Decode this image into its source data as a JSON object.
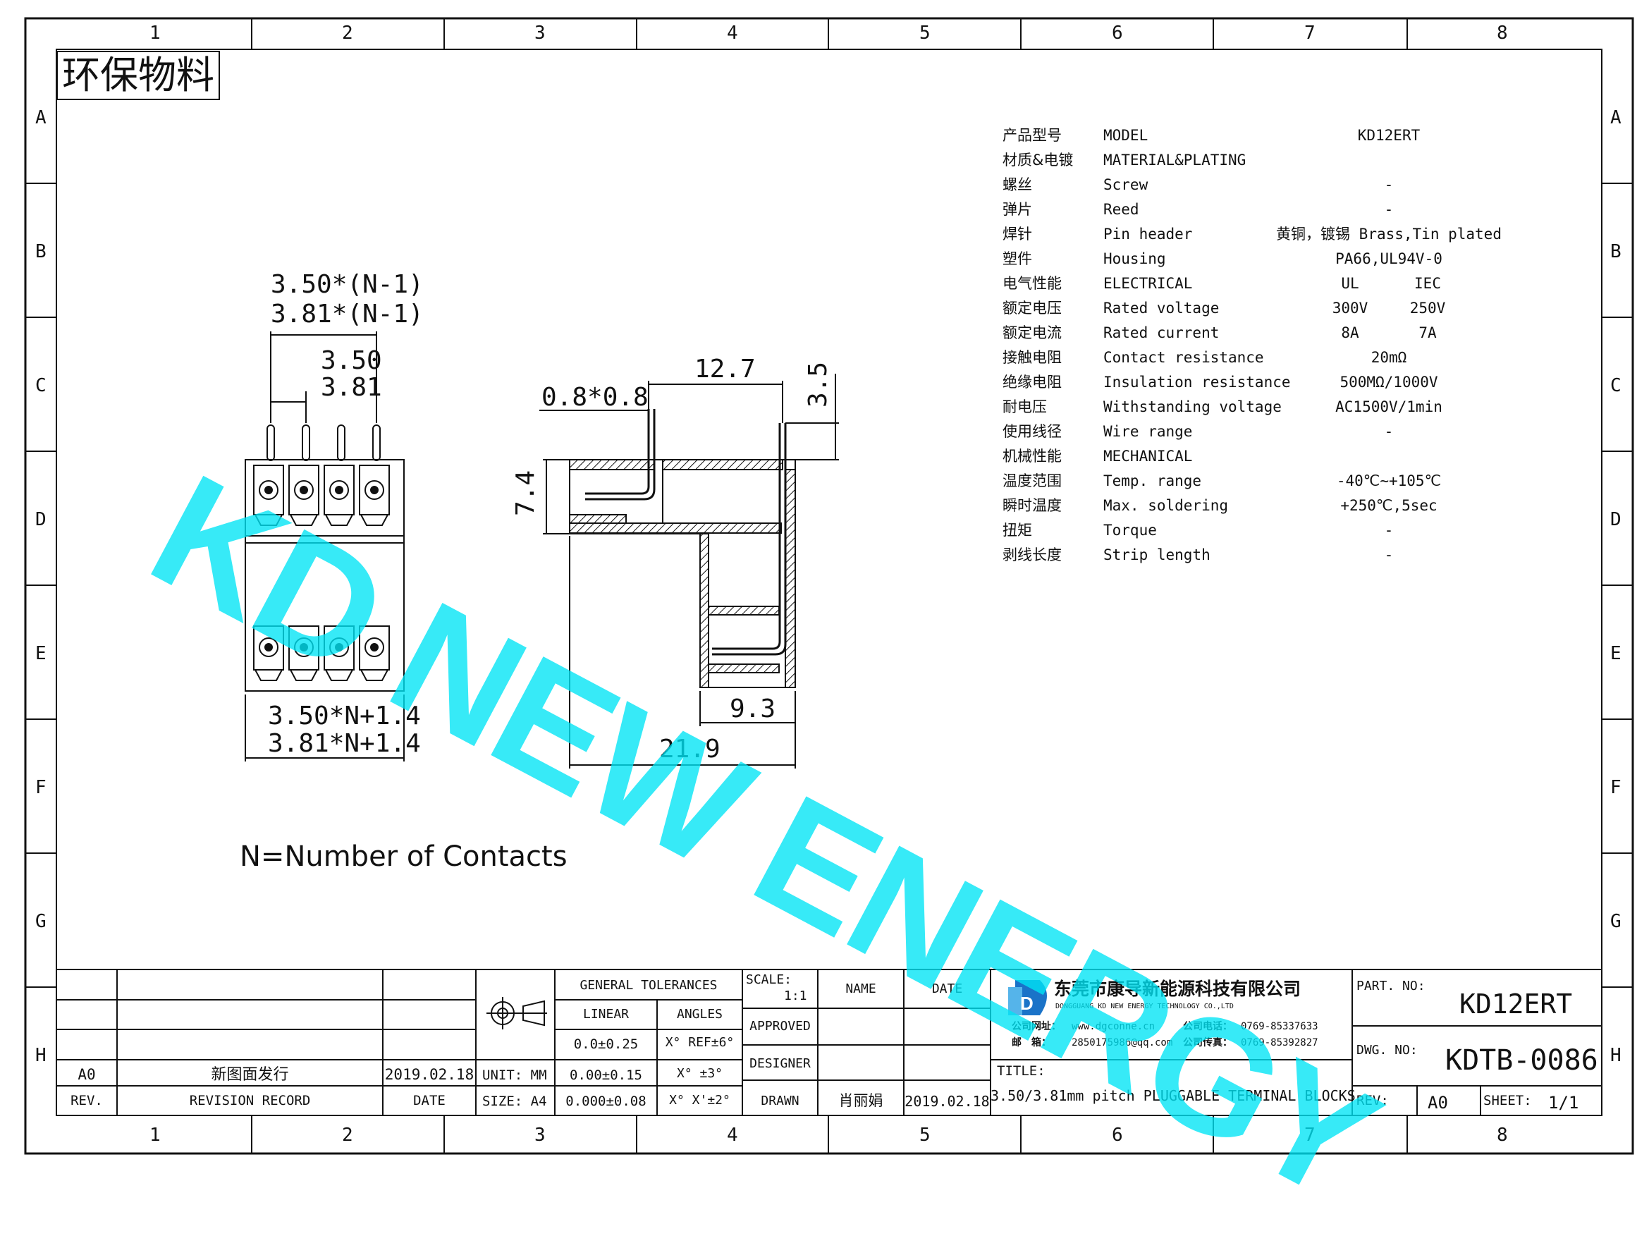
{
  "frame": {
    "col_labels": [
      "1",
      "2",
      "3",
      "4",
      "5",
      "6",
      "7",
      "8"
    ],
    "row_labels": [
      "A",
      "B",
      "C",
      "D",
      "E",
      "F",
      "G",
      "H"
    ]
  },
  "badge": "环保物料",
  "watermark": "KD NEW ENERGY",
  "dims": {
    "pitch_total_a": "3.50*(N-1)",
    "pitch_total_b": "3.81*(N-1)",
    "pitch_a": "3.50",
    "pitch_b": "3.81",
    "pin": "0.8*0.8",
    "w127": "12.7",
    "h35": "3.5",
    "h74": "7.4",
    "w93": "9.3",
    "w219": "21.9",
    "width_a": "3.50*N+1.4",
    "width_b": "3.81*N+1.4"
  },
  "note": "N=Number of Contacts",
  "specs": [
    {
      "cn": "产品型号",
      "en": "MODEL",
      "v1": "KD12ERT",
      "v2": ""
    },
    {
      "cn": "材质&电镀",
      "en": "MATERIAL&PLATING",
      "v1": "",
      "v2": ""
    },
    {
      "cn": "螺丝",
      "en": "Screw",
      "v1": "-",
      "v2": ""
    },
    {
      "cn": "弹片",
      "en": "Reed",
      "v1": "-",
      "v2": ""
    },
    {
      "cn": "焊针",
      "en": "Pin header",
      "v1": "黄铜，镀锡 Brass,Tin plated",
      "v2": ""
    },
    {
      "cn": "塑件",
      "en": "Housing",
      "v1": "PA66,UL94V-0",
      "v2": ""
    },
    {
      "cn": "电气性能",
      "en": "ELECTRICAL",
      "v1": "UL",
      "v2": "IEC"
    },
    {
      "cn": "额定电压",
      "en": "Rated voltage",
      "v1": "300V",
      "v2": "250V"
    },
    {
      "cn": "额定电流",
      "en": "Rated current",
      "v1": "8A",
      "v2": "7A"
    },
    {
      "cn": "接触电阻",
      "en": "Contact resistance",
      "v1": "20mΩ",
      "v2": ""
    },
    {
      "cn": "绝缘电阻",
      "en": "Insulation resistance",
      "v1": "500MΩ/1000V",
      "v2": ""
    },
    {
      "cn": "耐电压",
      "en": "Withstanding voltage",
      "v1": "AC1500V/1min",
      "v2": ""
    },
    {
      "cn": "使用线径",
      "en": "Wire range",
      "v1": "-",
      "v2": ""
    },
    {
      "cn": "机械性能",
      "en": "MECHANICAL",
      "v1": "",
      "v2": ""
    },
    {
      "cn": "温度范围",
      "en": "Temp. range",
      "v1": "-40℃~+105℃",
      "v2": ""
    },
    {
      "cn": "瞬时温度",
      "en": "Max. soldering",
      "v1": "+250℃,5sec",
      "v2": ""
    },
    {
      "cn": "扭矩",
      "en": "Torque",
      "v1": "-",
      "v2": ""
    },
    {
      "cn": "剥线长度",
      "en": "Strip length",
      "v1": "-",
      "v2": ""
    }
  ],
  "title_block": {
    "rev_code": "A0",
    "rev_desc": "新图面发行",
    "rev_date": "2019.02.18",
    "rev_h": "REV.",
    "rec_h": "REVISION RECORD",
    "date_h": "DATE",
    "unit": "UNIT: MM",
    "size": "SIZE: A4",
    "gen_tol": "GENERAL TOLERANCES",
    "linear": "LINEAR",
    "angles": "ANGLES",
    "lin1": "0.0±0.25",
    "lin2": "0.00±0.15",
    "lin3": "0.000±0.08",
    "ang1": "X° REF±6°",
    "ang2": "X° ±3°",
    "ang3": "X° X'±2°",
    "scale_h": "SCALE:",
    "scale_v": "1:1",
    "name_h": "NAME",
    "date_h2": "DATE",
    "approved": "APPROVED",
    "designer": "DESIGNER",
    "drawn": "DRAWN",
    "drawn_name": "肖丽娟",
    "drawn_date": "2019.02.18",
    "company_cn": "东莞市康导新能源科技有限公司",
    "company_en": "DONGGUANG KD NEW ENERGY TECHNOLOGY CO.,LTD",
    "site_label": "公司网址：",
    "site": "www.dgconne.cn",
    "tel_label": "公司电话：",
    "tel": "0769-85337633",
    "mail_label": "邮　箱：",
    "mail": "2850175986@qq.com",
    "fax_label": "公司传真：",
    "fax": "0769-85392827",
    "title_h": "TITLE:",
    "title_v": "3.50/3.81mm pitch PLUGGABLE TERMINAL BLOCKS",
    "part_h": "PART. NO:",
    "part_v": "KD12ERT",
    "dwg_h": "DWG. NO:",
    "dwg_v": "KDTB-0086",
    "rev2_h": "REV:",
    "rev2_v": "A0",
    "sheet_h": "SHEET:",
    "sheet_v": "1/1"
  },
  "colors": {
    "watermark": "#00e5f5",
    "logo": "#1a73c8"
  }
}
